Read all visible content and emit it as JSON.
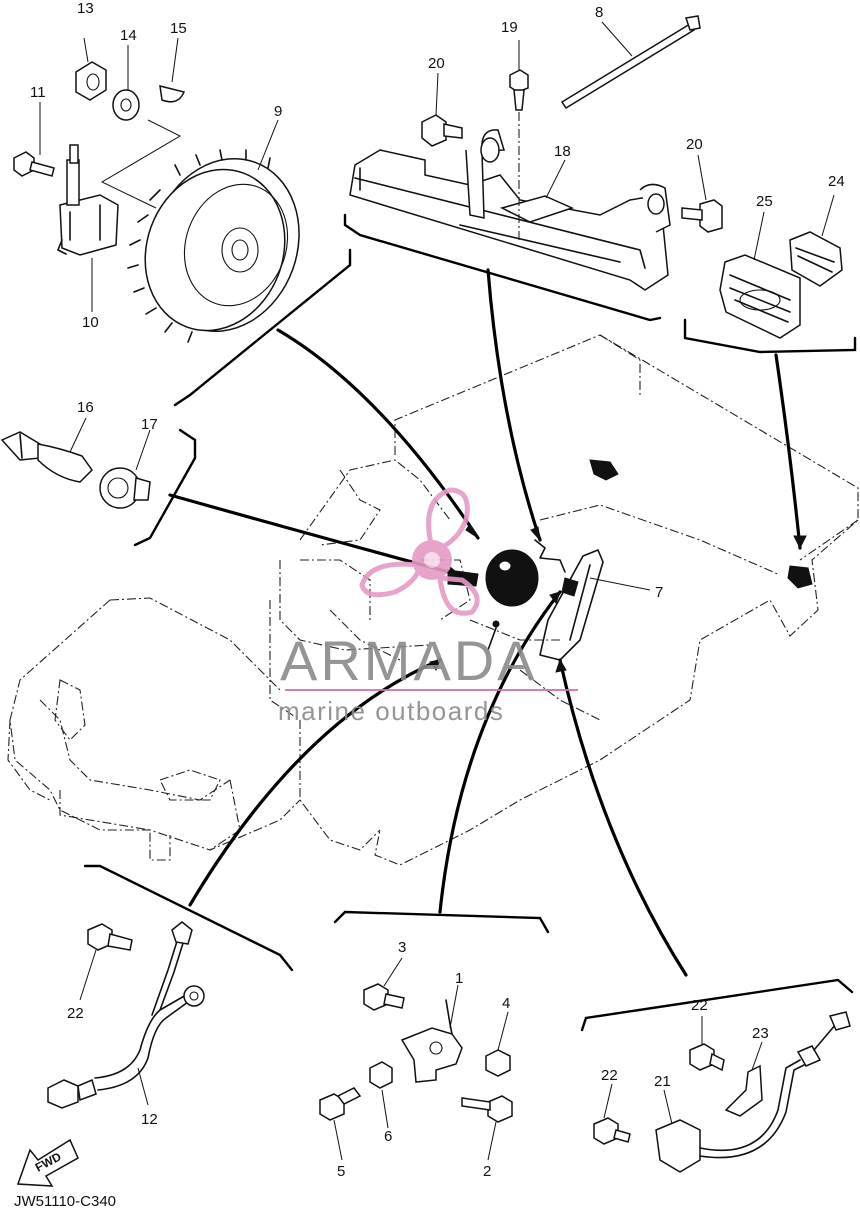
{
  "diagram": {
    "part_numbers": [
      "1",
      "2",
      "3",
      "4",
      "5",
      "6",
      "7",
      "8",
      "9",
      "10",
      "11",
      "12",
      "13",
      "14",
      "15",
      "16",
      "17",
      "18",
      "19",
      "20",
      "20",
      "21",
      "22",
      "22",
      "22",
      "23",
      "24",
      "25"
    ],
    "figure_code": "JW51110-C340",
    "fwd_label": "FWD"
  },
  "watermark": {
    "title": "ARMADA",
    "subtitle": "marine outboards",
    "colors": {
      "text": "#8a8a8a",
      "logo": "#e59ac4",
      "underline": "#d070b0"
    }
  },
  "colors": {
    "line": "#111111",
    "background": "#ffffff"
  }
}
